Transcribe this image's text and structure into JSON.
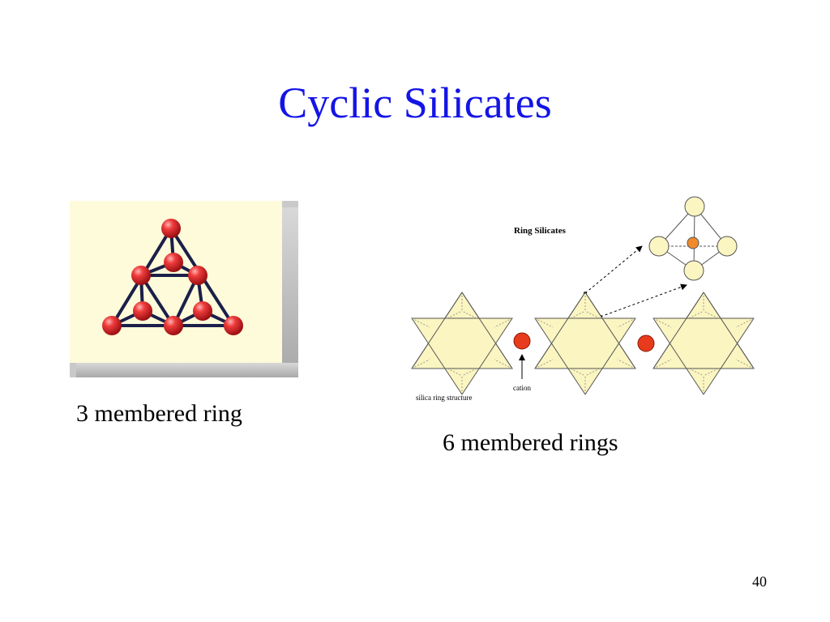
{
  "slide": {
    "title": "Cyclic Silicates",
    "page_number": "40"
  },
  "left_figure": {
    "caption": "3 membered ring",
    "colors": {
      "background": "#fdfbd9",
      "atom": "#e8262b",
      "bond": "#1b1f4a"
    }
  },
  "right_figure": {
    "caption": "6 membered rings",
    "diagram_title": "Ring Silicates",
    "label_structure": "silica ring structure",
    "label_cation": "cation",
    "colors": {
      "tetrahedron": "#fbf5c1",
      "cation": "#e83a1c",
      "center_atom": "#f08a2c",
      "outline": "#6a6a6a"
    }
  }
}
